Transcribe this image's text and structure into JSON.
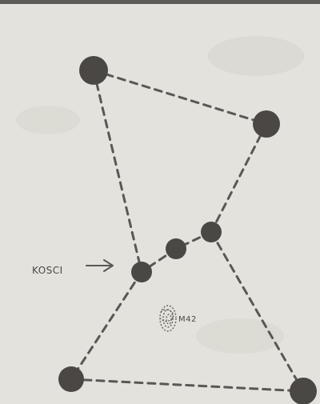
{
  "labels": {
    "belt": "KOSCI",
    "nebula": "M42"
  },
  "colors": {
    "paper": "#e4e2dc",
    "ink": "#4a4745",
    "frame": "#5c5b58"
  },
  "stars": [
    {
      "name": "upper-left"
    },
    {
      "name": "upper-right"
    },
    {
      "name": "belt-right"
    },
    {
      "name": "belt-middle"
    },
    {
      "name": "belt-left"
    },
    {
      "name": "lower-left"
    },
    {
      "name": "lower-right"
    }
  ]
}
